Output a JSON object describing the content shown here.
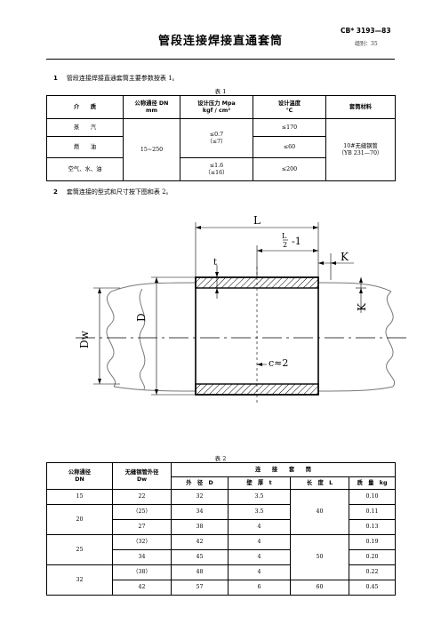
{
  "header": {
    "title": "管段连接焊接直通套筒",
    "standard": "CB* 3193—83",
    "group": "组别：35"
  },
  "section1": {
    "num": "1",
    "text": "管段连接焊接直通套筒主要参数按表 1。"
  },
  "table1": {
    "caption": "表 1",
    "headers": {
      "medium": "介　　质",
      "dn_line1": "公称通径 DN",
      "dn_line2": "mm",
      "pressure_line1": "设计压力 Mpa",
      "pressure_line2": "kgf / cm²",
      "temp_line1": "设计温度",
      "temp_line2": "℃",
      "material": "套筒材料"
    },
    "rows": [
      {
        "medium": "蒸　　汽",
        "pressure": "≤0.7",
        "pressure2": "（≤7）",
        "temp": "≤170"
      },
      {
        "medium": "燃　　油",
        "temp": "≤60"
      },
      {
        "medium": "空气、水、油",
        "pressure": "≤1.6",
        "pressure2": "（≤16）",
        "temp": "≤200"
      }
    ],
    "dn_value": "15~250",
    "material_line1": "10#无缝钢管",
    "material_line2": "（YB 231—70）"
  },
  "section2": {
    "num": "2",
    "text": "套筒连接的型式和尺寸按下图和表 2。"
  },
  "drawing": {
    "label_L": "L",
    "label_half_num": "L",
    "label_half_den": "2",
    "label_minus": "-1",
    "label_t": "t",
    "label_K_top": "K",
    "label_K_side": "K",
    "label_D": "D",
    "label_Dw": "Dw",
    "label_c": "c≈2"
  },
  "table2": {
    "caption": "表 2",
    "headers": {
      "dn_line1": "公称通径",
      "dn_line2": "DN",
      "dw_line1": "无缝钢管外径",
      "dw_line2": "Dw",
      "sleeve": "连　　接　　套　　筒",
      "outer": "外　径　D",
      "wall": "壁　厚　t",
      "length": "长　度　L",
      "mass": "质　量　kg"
    },
    "rows": [
      {
        "dn": "15",
        "dw": "22",
        "d": "32",
        "t": "3.5",
        "mass": "0.10"
      },
      {
        "dn": "20",
        "dw": "（25）",
        "d": "34",
        "t": "3.5",
        "mass": "0.11"
      },
      {
        "dw": "27",
        "d": "38",
        "t": "4",
        "mass": "0.13"
      },
      {
        "dn": "25",
        "dw": "（32）",
        "d": "42",
        "t": "4",
        "mass": "0.19"
      },
      {
        "dw": "34",
        "d": "45",
        "t": "4",
        "mass": "0.20"
      },
      {
        "dn": "32",
        "dw": "（38）",
        "d": "48",
        "t": "4",
        "mass": "0.22"
      },
      {
        "dw": "42",
        "d": "57",
        "t": "6",
        "l": "60",
        "mass": "0.45"
      }
    ],
    "length_40": "40",
    "length_50": "50"
  }
}
